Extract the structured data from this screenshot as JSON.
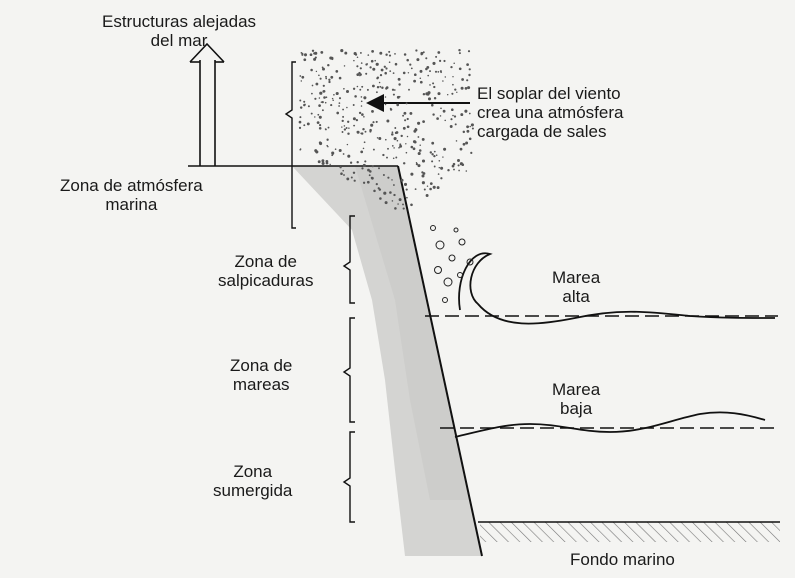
{
  "labels": {
    "estructuras": [
      "Estructuras alejadas",
      "del mar"
    ],
    "soplar": [
      "El soplar del viento",
      "crea una atmósfera",
      "cargada de sales"
    ],
    "zona_atmosfera": [
      "Zona de atmósfera",
      "marina"
    ],
    "zona_salpicaduras": [
      "Zona de",
      "salpicaduras"
    ],
    "zona_mareas": [
      "Zona de",
      "mareas"
    ],
    "zona_sumergida": [
      "Zona",
      "sumergida"
    ],
    "marea_alta": [
      "Marea",
      "alta"
    ],
    "marea_baja": [
      "Marea",
      "baja"
    ],
    "fondo": "Fondo marino"
  },
  "colors": {
    "background": "#f4f4f2",
    "ink": "#1a1a1a",
    "structure_fill": "#d4d4d2"
  }
}
